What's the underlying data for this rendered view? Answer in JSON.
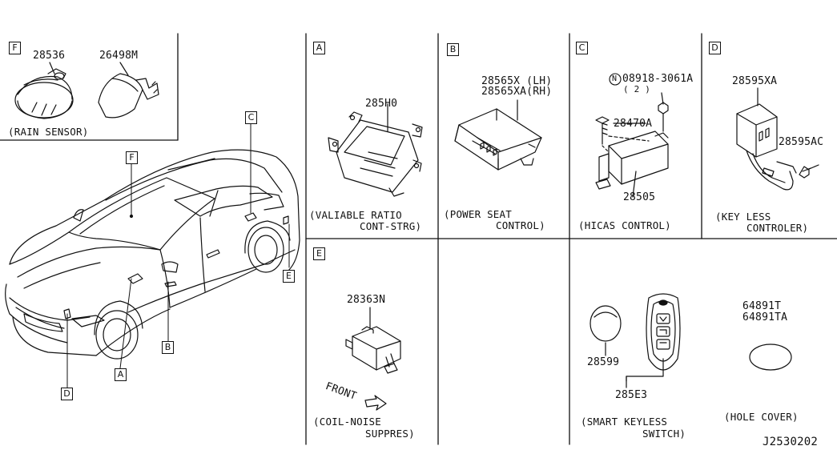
{
  "diagram_id": "J2530202",
  "panels": {
    "F": {
      "letter": "F",
      "caption": "(RAIN SENSOR)",
      "parts": [
        "28536",
        "26498M"
      ]
    },
    "A": {
      "letter": "A",
      "part": "285H0",
      "caption_line1": "(VALIABLE RATIO",
      "caption_line2": "CONT-STRG)"
    },
    "B": {
      "letter": "B",
      "part_line1": "28565X (LH)",
      "part_line2": "28565XA(RH)",
      "caption_line1": "(POWER SEAT",
      "caption_line2": "CONTROL)"
    },
    "C": {
      "letter": "C",
      "bolt_symbol": "N",
      "bolt_part": "08918-3061A",
      "bolt_qty": "( 2 )",
      "screw_part": "28470A",
      "unit_part": "28505",
      "caption": "(HICAS CONTROL)"
    },
    "D": {
      "letter": "D",
      "part1": "28595XA",
      "part2": "28595AC",
      "caption_line1": "(KEY LESS",
      "caption_line2": "CONTROLER)"
    },
    "E": {
      "letter": "E",
      "part": "28363N",
      "front_label": "FRONT",
      "caption_line1": "(COIL-NOISE",
      "caption_line2": "SUPPRES)"
    },
    "smart_key": {
      "battery_part": "28599",
      "assembly_part": "285E3",
      "caption_line1": "(SMART KEYLESS",
      "caption_line2": "SWITCH)"
    },
    "hole_cover": {
      "part_line1": "64891T",
      "part_line2": "64891TA",
      "caption": "(HOLE COVER)"
    }
  },
  "car_callouts": [
    "F",
    "C",
    "E",
    "B",
    "A",
    "D"
  ]
}
